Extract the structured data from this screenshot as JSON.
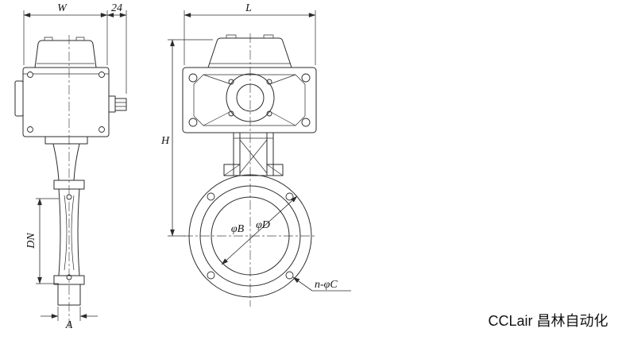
{
  "page": {
    "background": "#ffffff",
    "line_color": "#2b2b2b",
    "description": "Technical dimension drawing of an electric actuator butterfly valve, side view and front view"
  },
  "labels": {
    "dim_w": "W",
    "dim_24": "24",
    "dim_l": "L",
    "dim_h": "H",
    "dim_dn": "DN",
    "dim_a": "A",
    "dim_phi_b": "φB",
    "dim_phi_d": "φD",
    "dim_n_phi_c": "n-φC"
  },
  "brand": {
    "text": "CCLair 昌林自动化"
  }
}
